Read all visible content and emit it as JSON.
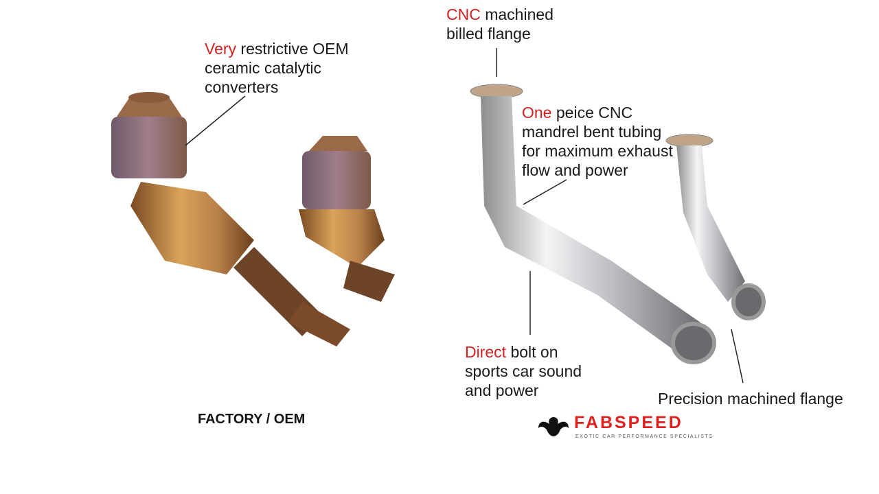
{
  "callouts": {
    "oem_cat": {
      "highlight": "Very",
      "lines": [
        " restrictive OEM",
        "ceramic catalytic",
        "converters"
      ]
    },
    "cnc_flange": {
      "highlight": "CNC",
      "lines": [
        " machined",
        "billed flange"
      ]
    },
    "one_piece": {
      "highlight": "One",
      "lines": [
        " peice CNC",
        "mandrel bent tubing",
        "for maximum exhaust",
        "flow and power"
      ]
    },
    "direct_bolt": {
      "highlight": "Direct",
      "lines": [
        " bolt on",
        "sports car sound",
        "and power"
      ]
    },
    "precision_flange": {
      "text": "Precision machined flange"
    }
  },
  "caption": "FACTORY / OEM",
  "logo": {
    "word": "FABSPEED",
    "tagline": "EXOTIC CAR PERFORMANCE SPECIALISTS",
    "icon": "eagle-icon"
  },
  "colors": {
    "highlight": "#d41f1f",
    "brand": "#e0201f"
  }
}
